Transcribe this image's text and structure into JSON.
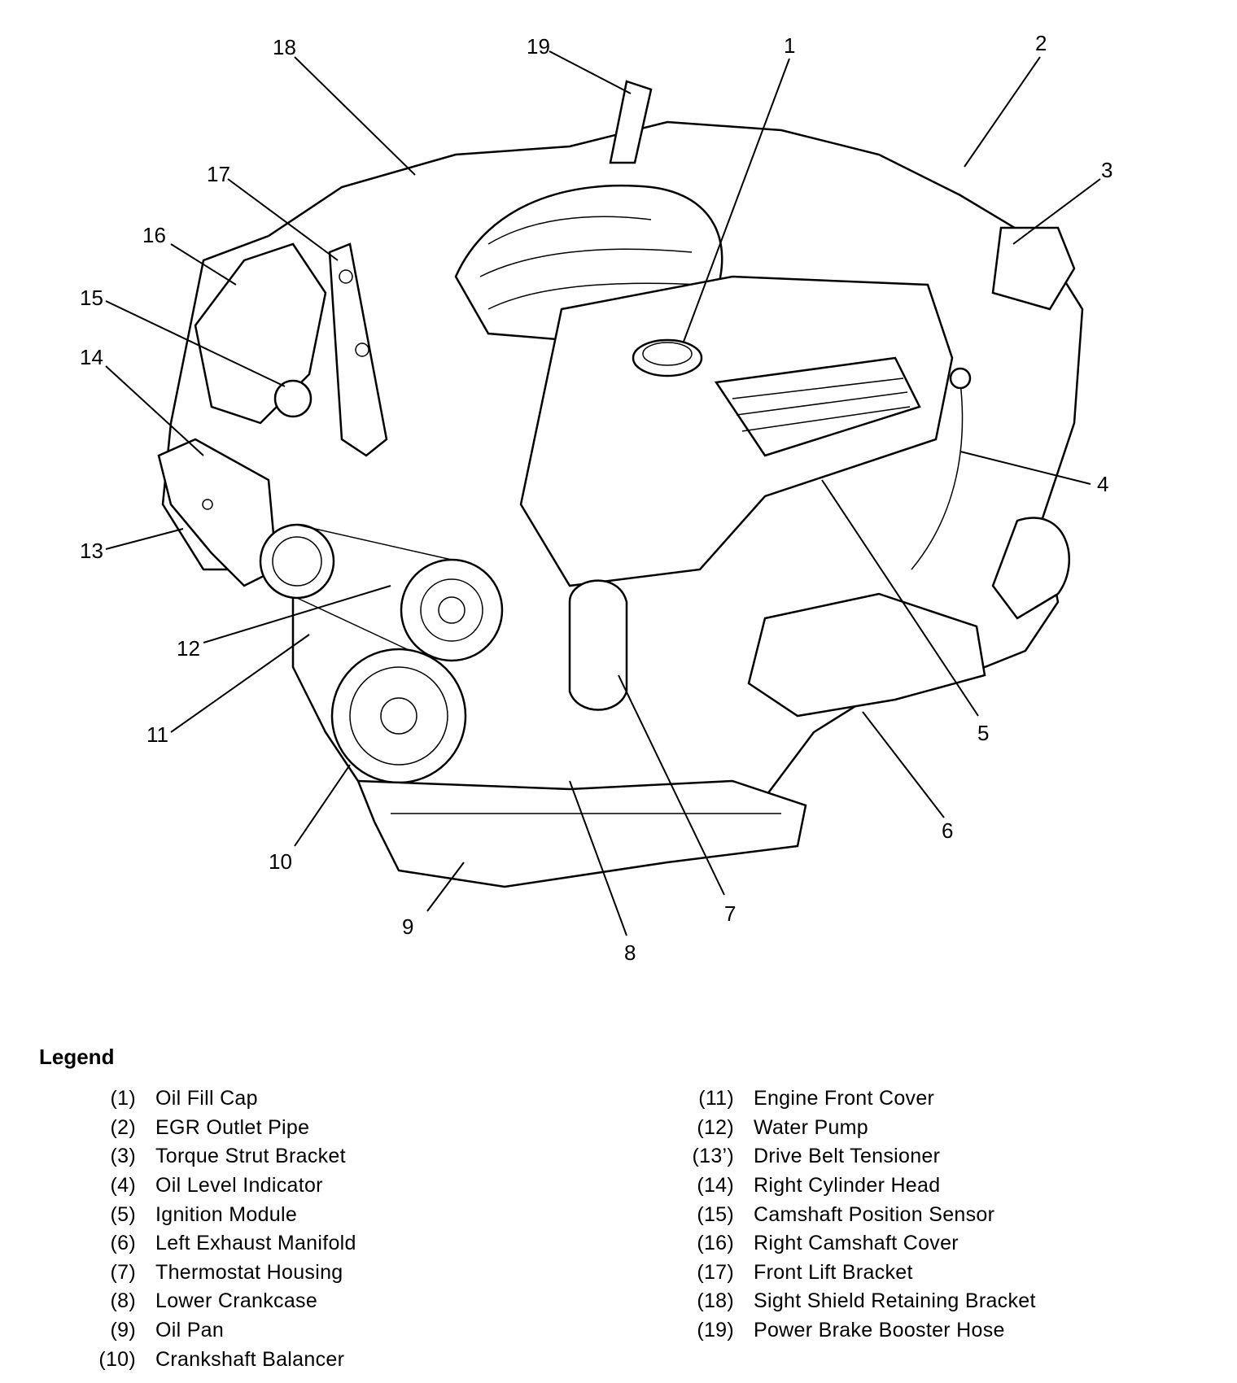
{
  "callouts": [
    {
      "num": "1"
    },
    {
      "num": "2"
    },
    {
      "num": "3"
    },
    {
      "num": "4"
    },
    {
      "num": "5"
    },
    {
      "num": "6"
    },
    {
      "num": "7"
    },
    {
      "num": "8"
    },
    {
      "num": "9"
    },
    {
      "num": "10"
    },
    {
      "num": "11"
    },
    {
      "num": "12"
    },
    {
      "num": "13"
    },
    {
      "num": "14"
    },
    {
      "num": "15"
    },
    {
      "num": "16"
    },
    {
      "num": "17"
    },
    {
      "num": "18"
    },
    {
      "num": "19"
    }
  ],
  "legend": {
    "title": "Legend",
    "left": [
      {
        "ref": "(1)",
        "label": "Oil Fill Cap"
      },
      {
        "ref": "(2)",
        "label": "EGR Outlet Pipe"
      },
      {
        "ref": "(3)",
        "label": "Torque Strut Bracket"
      },
      {
        "ref": "(4)",
        "label": "Oil Level Indicator"
      },
      {
        "ref": "(5)",
        "label": "Ignition Module"
      },
      {
        "ref": "(6)",
        "label": "Left Exhaust Manifold"
      },
      {
        "ref": "(7)",
        "label": "Thermostat Housing"
      },
      {
        "ref": "(8)",
        "label": "Lower Crankcase"
      },
      {
        "ref": "(9)",
        "label": "Oil Pan"
      },
      {
        "ref": "(10)",
        "label": "Crankshaft Balancer"
      }
    ],
    "right": [
      {
        "ref": "(11)",
        "label": "Engine Front Cover"
      },
      {
        "ref": "(12)",
        "label": "Water Pump"
      },
      {
        "ref": "(13’)",
        "label": "Drive Belt Tensioner"
      },
      {
        "ref": "(14)",
        "label": "Right Cylinder Head"
      },
      {
        "ref": "(15)",
        "label": "Camshaft Position Sensor"
      },
      {
        "ref": "(16)",
        "label": "Right Camshaft Cover"
      },
      {
        "ref": "(17)",
        "label": "Front Lift Bracket"
      },
      {
        "ref": "(18)",
        "label": "Sight Shield Retaining Bracket"
      },
      {
        "ref": "(19)",
        "label": "Power Brake Booster Hose"
      }
    ]
  }
}
